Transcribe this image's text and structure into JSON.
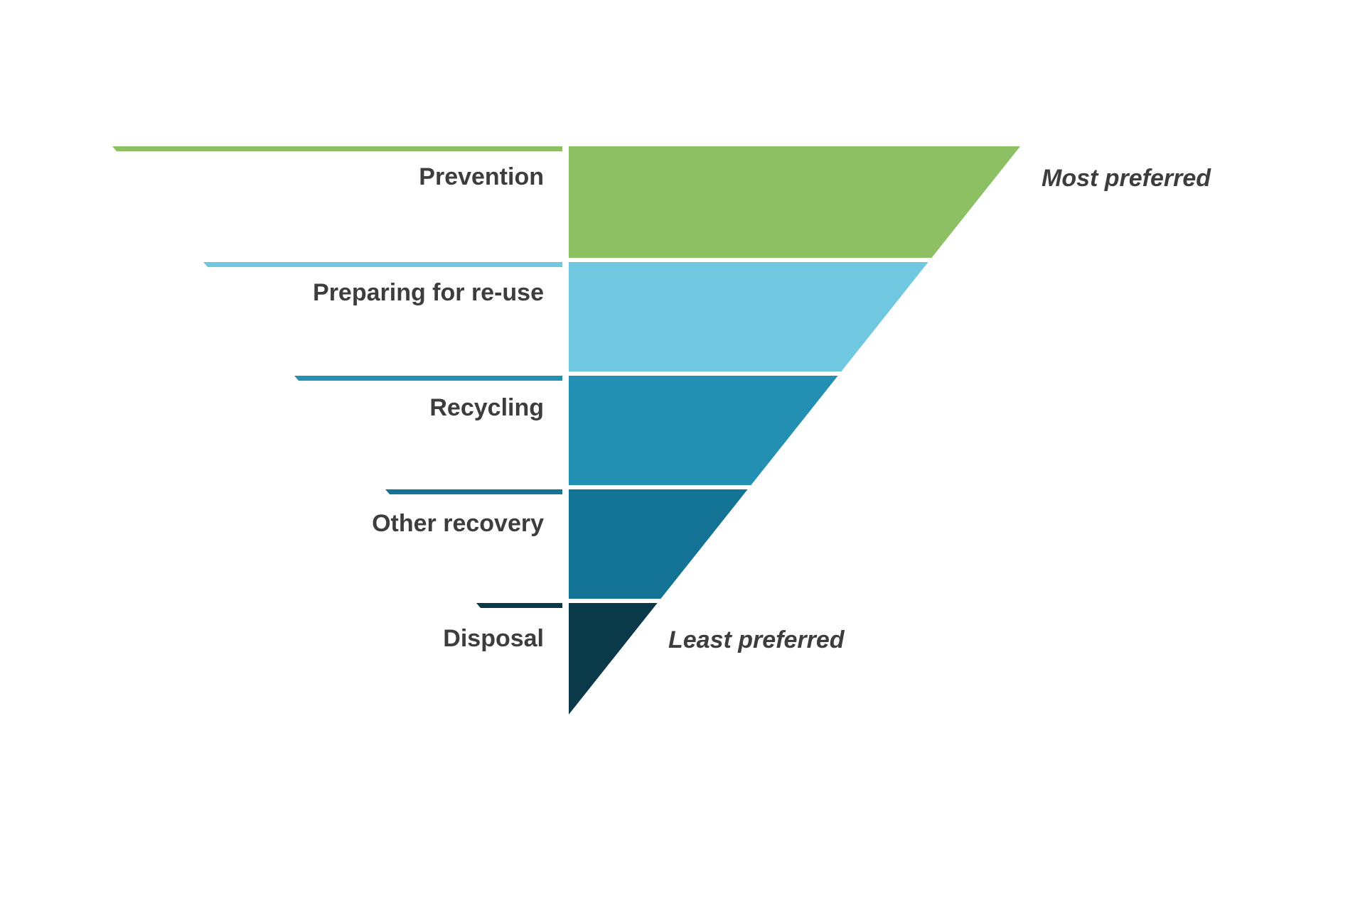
{
  "hierarchy": {
    "tiers": [
      {
        "label": "Prevention",
        "color": "#8cc063"
      },
      {
        "label": "Preparing for re-use",
        "color": "#6fc8e0"
      },
      {
        "label": "Recycling",
        "color": "#2390b3"
      },
      {
        "label": "Other recovery",
        "color": "#127395"
      },
      {
        "label": "Disposal",
        "color": "#0a3a4a"
      }
    ],
    "most_preferred": "Most preferred",
    "least_preferred": "Least preferred"
  }
}
